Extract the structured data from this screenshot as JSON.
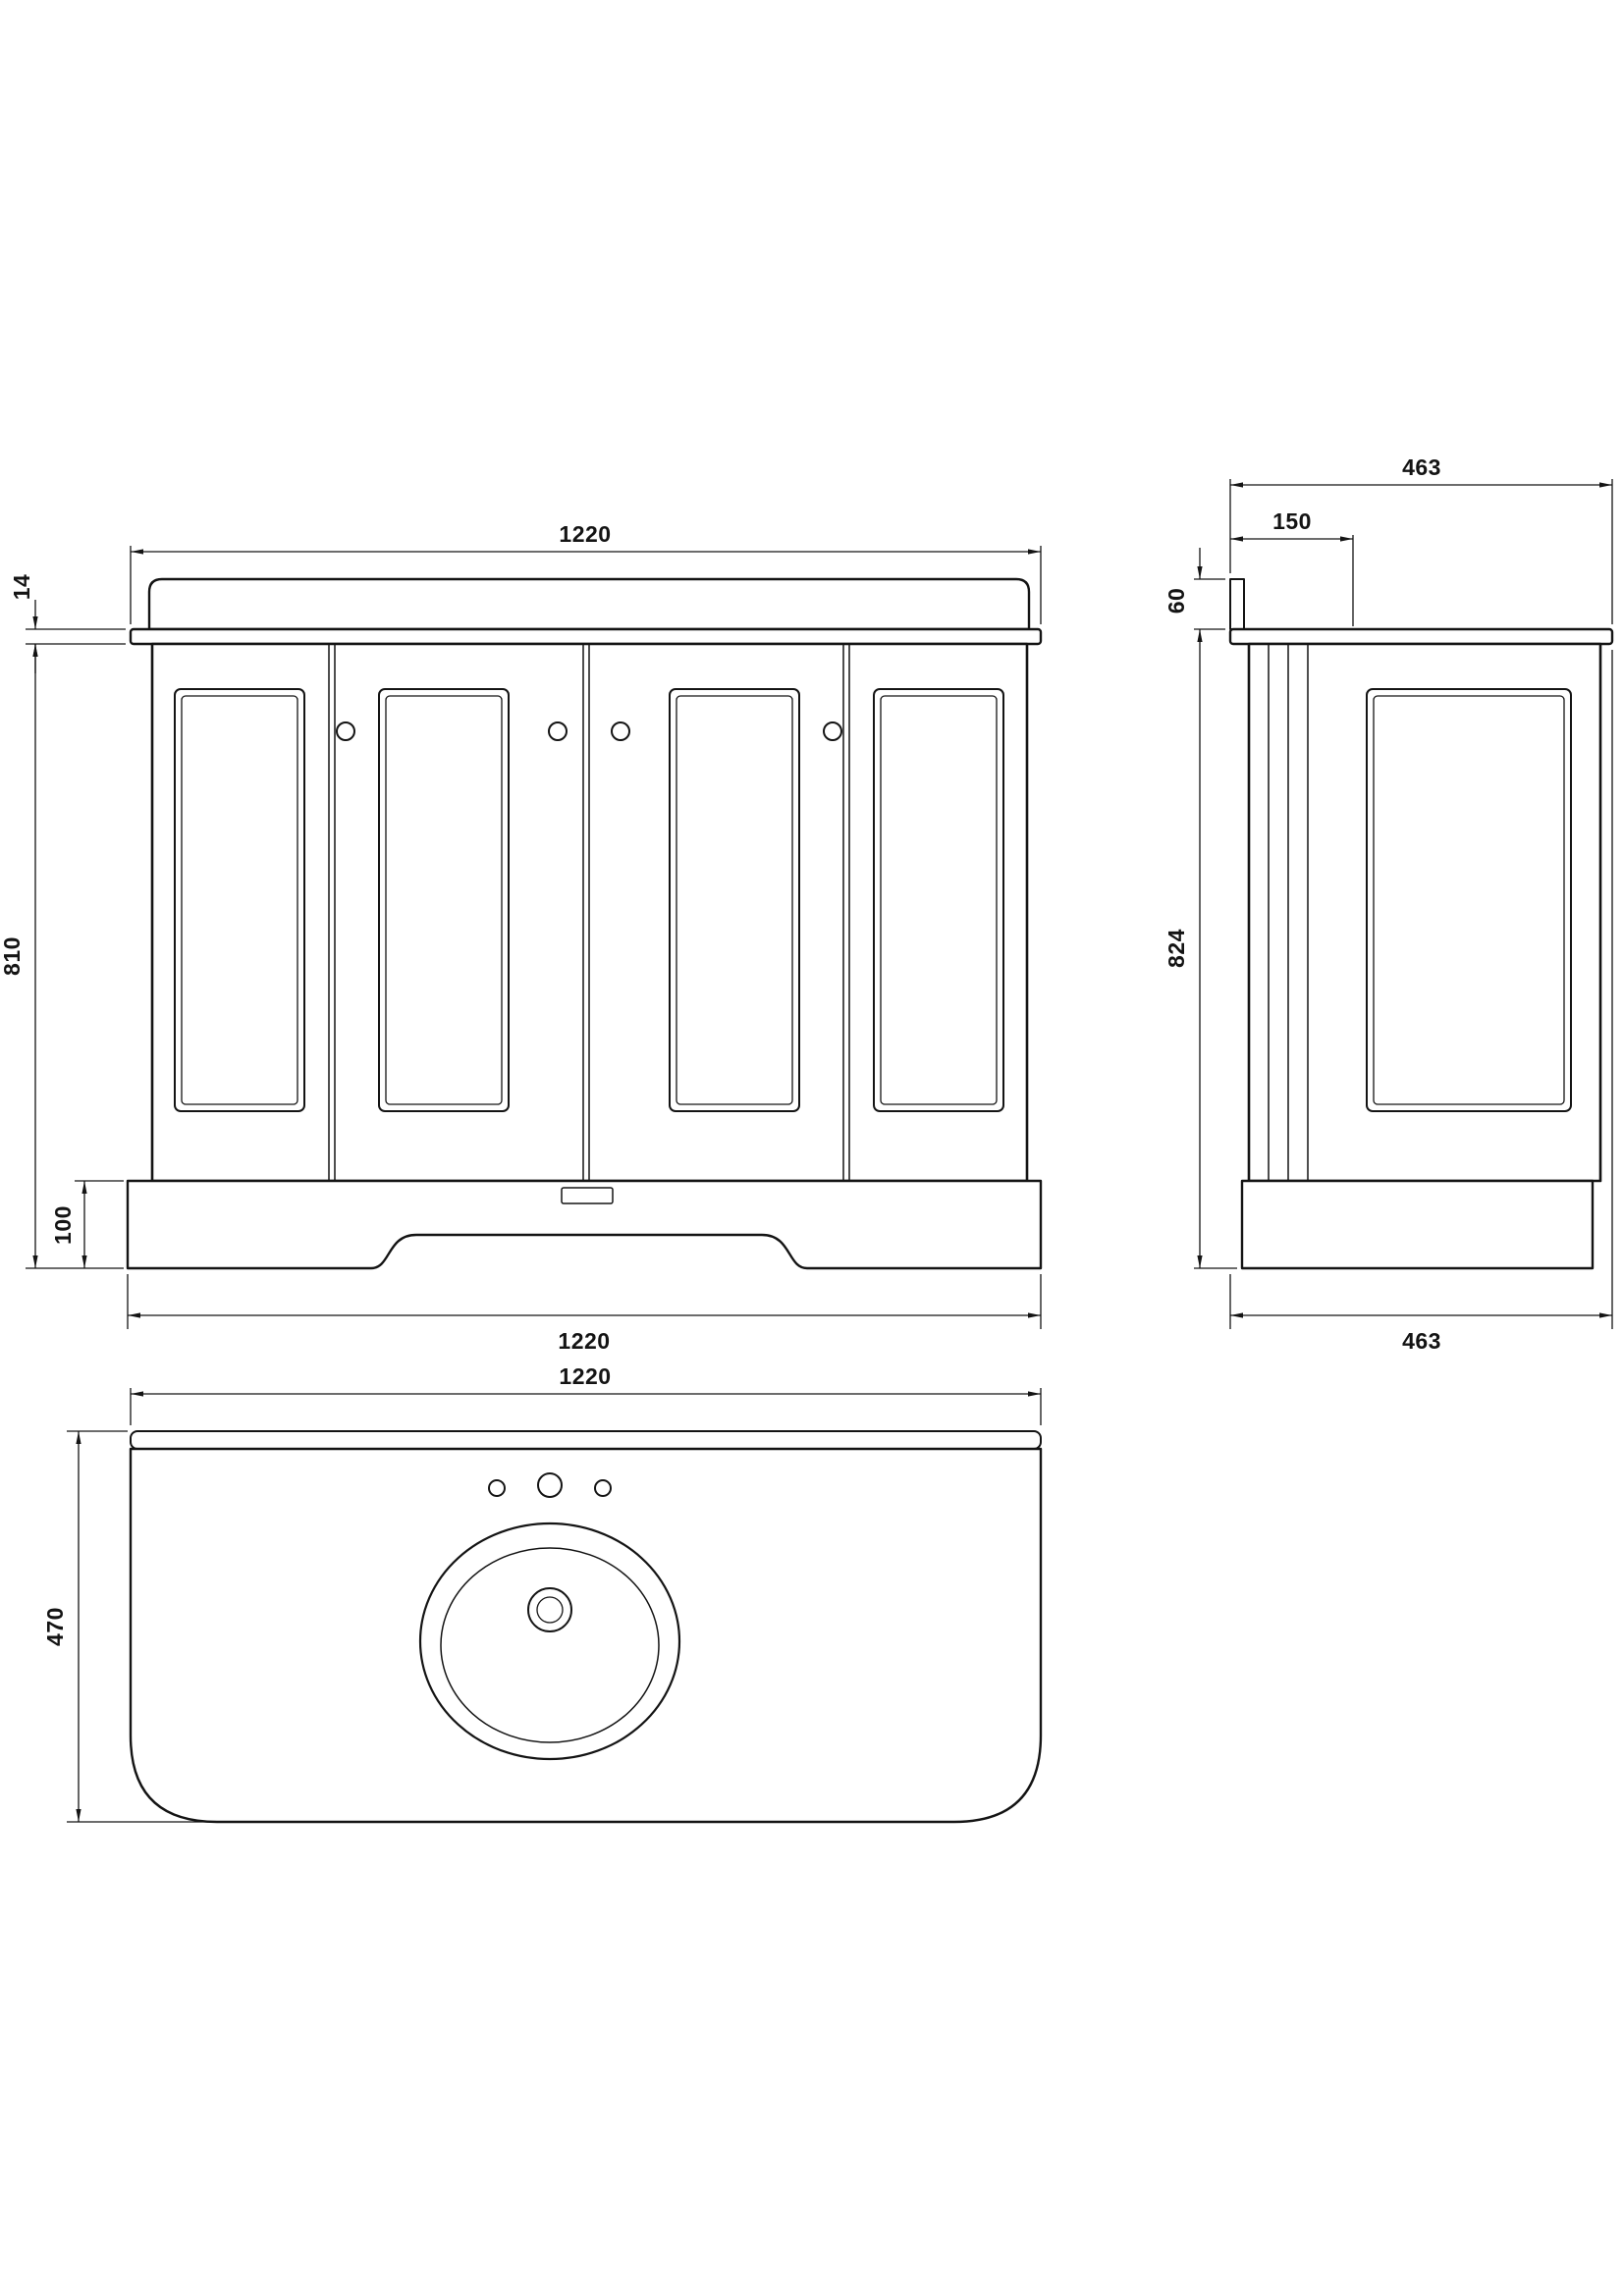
{
  "views": {
    "front": {
      "dim_width_top": "1220",
      "dim_worktop_thickness": "14",
      "dim_height_below_worktop": "810",
      "dim_plinth_height": "100",
      "dim_width_bottom": "1220"
    },
    "side": {
      "dim_depth_top": "463",
      "dim_back_offset": "150",
      "dim_upstand_height": "60",
      "dim_overall_height": "824",
      "dim_depth_bottom": "463"
    },
    "plan": {
      "dim_width": "1220",
      "dim_depth": "470"
    }
  }
}
